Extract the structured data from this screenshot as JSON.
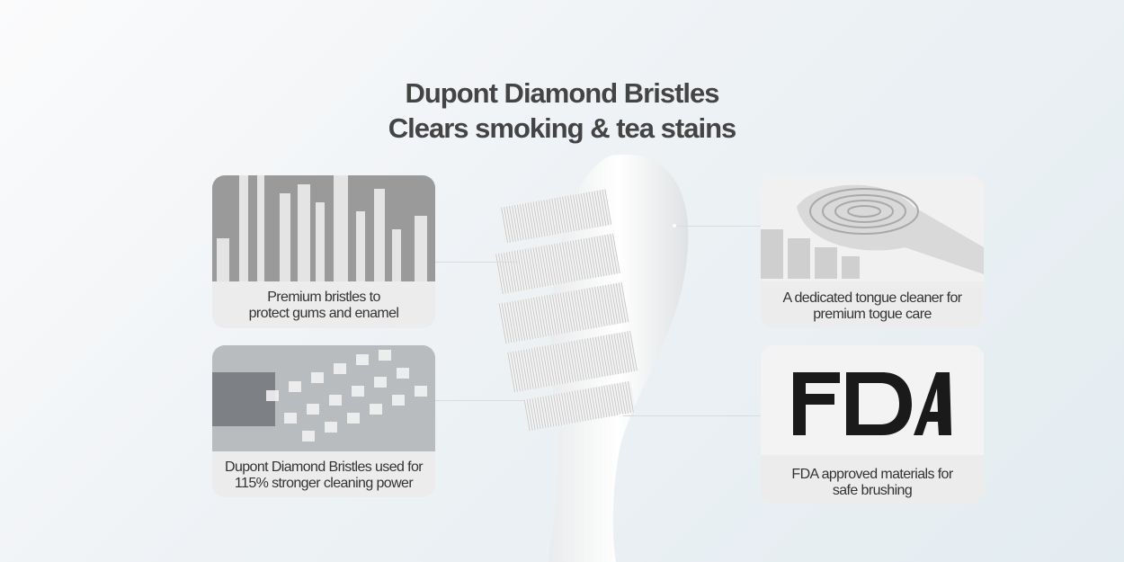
{
  "title": {
    "line1": "Dupont Diamond Bristles",
    "line2": "Clears smoking & tea stains"
  },
  "features": [
    {
      "caption_line1": "Premium bristles to",
      "caption_line2": "protect gums and enamel",
      "icon": "bristle-closeup-image"
    },
    {
      "caption_line1": "Dupont Diamond Bristles used for",
      "caption_line2": "115% stronger cleaning power",
      "icon": "diamond-bristle-image"
    },
    {
      "caption_line1": "A dedicated tongue cleaner for",
      "caption_line2": "premium togue care",
      "icon": "tongue-cleaner-image"
    },
    {
      "caption_line1": "FDA approved materials for",
      "caption_line2": "safe brushing",
      "icon": "fda-logo",
      "logo_text": "FDA"
    }
  ]
}
